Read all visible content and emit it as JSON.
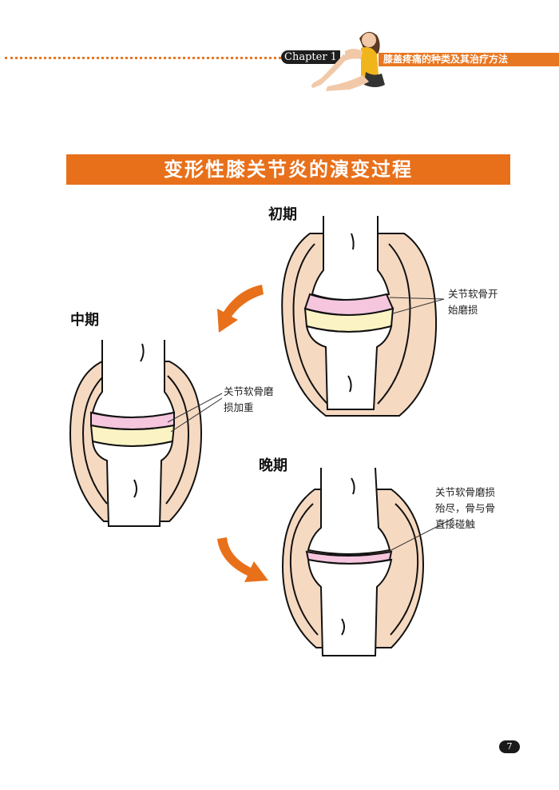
{
  "header": {
    "chapter_label": "Chapter 1",
    "chapter_title": "膝盖疼痛的种类及其治疗方法"
  },
  "figure": {
    "title": "变形性膝关节炎的演变过程",
    "stages": {
      "early": {
        "label": "初期",
        "note_lines": [
          "关节软骨开",
          "始磨损"
        ]
      },
      "middle": {
        "label": "中期",
        "note_lines": [
          "关节软骨磨",
          "损加重"
        ]
      },
      "late": {
        "label": "晚期",
        "note_lines": [
          "关节软骨磨损",
          "殆尽，骨与骨",
          "直接碰触"
        ]
      }
    }
  },
  "footer": {
    "page_number": "7"
  },
  "colors": {
    "accent": "#e8701a",
    "capsule": "#f6d9c1",
    "cartilage_pink": "#f5c6de",
    "cartilage_yellow": "#fbf3c4"
  }
}
